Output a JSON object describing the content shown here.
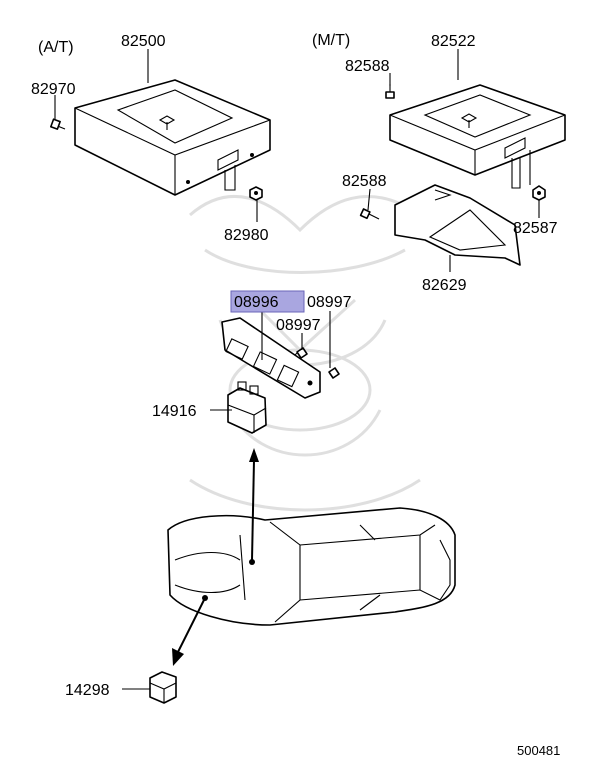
{
  "labels": {
    "at": "(A/T)",
    "mt": "(M/T)",
    "p82500": "82500",
    "p82970": "82970",
    "p82980": "82980",
    "p82522": "82522",
    "p82588_top": "82588",
    "p82588_mid": "82588",
    "p82587": "82587",
    "p82629": "82629",
    "p08996": "08996",
    "p08997_a": "08997",
    "p08997_b": "08997",
    "p14916": "14916",
    "p14298": "14298",
    "diagram_id": "500481"
  },
  "highlight_color": "#a9a6e0"
}
